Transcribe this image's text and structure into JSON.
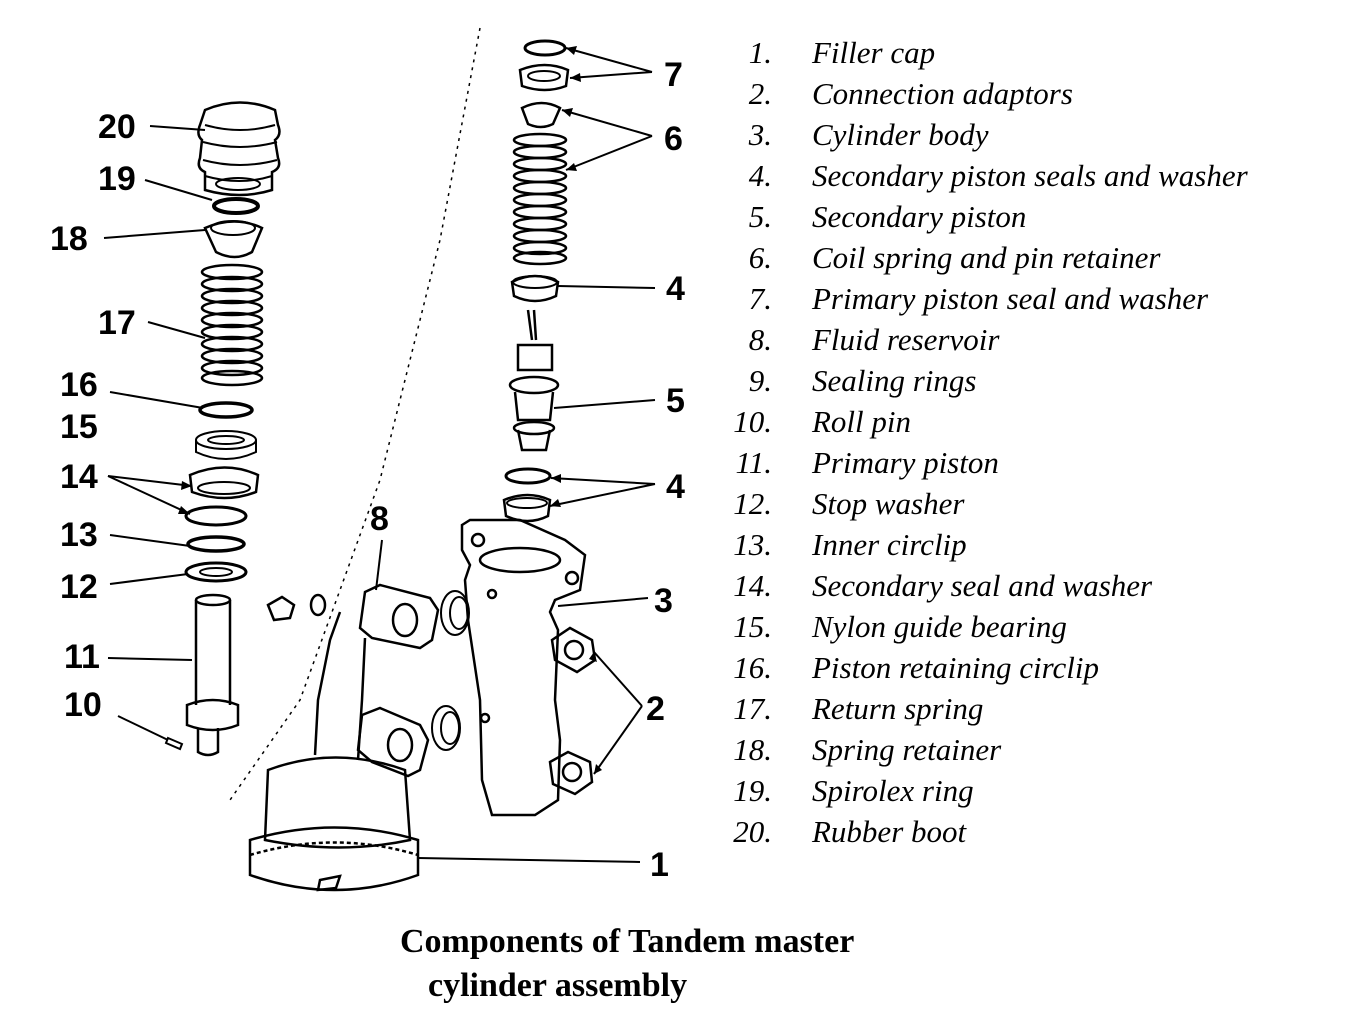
{
  "legend": [
    {
      "num": "1.",
      "text": "Filler cap"
    },
    {
      "num": "2.",
      "text": "Connection adaptors"
    },
    {
      "num": "3.",
      "text": "Cylinder body"
    },
    {
      "num": "4.",
      "text": "Secondary piston seals and washer"
    },
    {
      "num": "5.",
      "text": "Secondary piston"
    },
    {
      "num": "6.",
      "text": "Coil spring and pin retainer"
    },
    {
      "num": "7.",
      "text": "Primary piston seal and washer"
    },
    {
      "num": "8.",
      "text": "Fluid reservoir"
    },
    {
      "num": "9.",
      "text": "Sealing rings"
    },
    {
      "num": "10.",
      "text": "Roll pin"
    },
    {
      "num": "11.",
      "text": "Primary piston"
    },
    {
      "num": "12.",
      "text": "Stop washer"
    },
    {
      "num": "13.",
      "text": "Inner circlip"
    },
    {
      "num": "14.",
      "text": "Secondary seal and washer"
    },
    {
      "num": "15.",
      "text": "Nylon guide bearing"
    },
    {
      "num": "16.",
      "text": "Piston retaining circlip"
    },
    {
      "num": "17.",
      "text": "Return spring"
    },
    {
      "num": "18.",
      "text": "Spring retainer"
    },
    {
      "num": "19.",
      "text": "Spirolex ring"
    },
    {
      "num": "20.",
      "text": "Rubber boot"
    }
  ],
  "callouts": {
    "c1": "1",
    "c2": "2",
    "c3": "3",
    "c4a": "4",
    "c4b": "4",
    "c5": "5",
    "c6": "6",
    "c7": "7",
    "c8": "8",
    "c10": "10",
    "c11": "11",
    "c12": "12",
    "c13": "13",
    "c14": "14",
    "c15": "15",
    "c16": "16",
    "c17": "17",
    "c18": "18",
    "c19": "19",
    "c20": "20"
  },
  "caption": {
    "line1": "Components of Tandem master",
    "line2": "cylinder assembly"
  }
}
